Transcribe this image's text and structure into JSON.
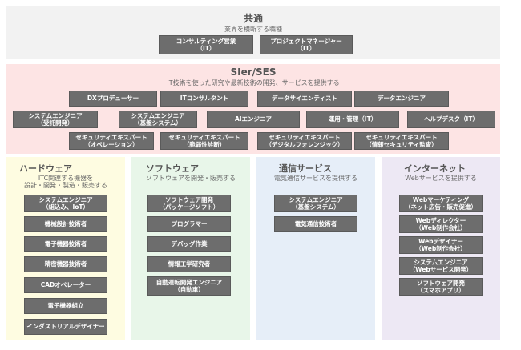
{
  "common": {
    "title": "共通",
    "subtitle": "業界を横断する職種",
    "roles": [
      {
        "line1": "コンサルティング営業",
        "line2": "（IT）"
      },
      {
        "line1": "プロジェクトマネージャー",
        "line2": "（IT）"
      }
    ]
  },
  "sier": {
    "title": "SIer/SES",
    "subtitle": "IT技術を使った研究や最新技術の開発、サービスを提供する",
    "row1": [
      {
        "line1": "DXプロデューサー"
      },
      {
        "line1": "ITコンサルタント"
      },
      {
        "line1": "データサイエンティスト"
      },
      {
        "line1": "データエンジニア"
      }
    ],
    "row2": [
      {
        "line1": "システムエンジニア",
        "line2": "（受託開発）"
      },
      {
        "line1": "システムエンジニア",
        "line2": "（基盤システム）"
      },
      {
        "line1": "AIエンジニア"
      },
      {
        "line1": "運用・管理（IT）"
      },
      {
        "line1": "ヘルプデスク（IT）"
      }
    ],
    "row3": [
      {
        "line1": "セキュリティエキスパート",
        "line2": "（オペレーション）"
      },
      {
        "line1": "セキュリティエキスパート",
        "line2": "（脆弱性診断）"
      },
      {
        "line1": "セキュリティエキスパート",
        "line2": "（デジタルフォレンジック）"
      },
      {
        "line1": "セキュリティエキスパート",
        "line2": "（情報セキュリティ監査）"
      }
    ]
  },
  "hardware": {
    "title": "ハードウェア",
    "subtitle1": "ITC関連する機器を",
    "subtitle2": "設計・開発・製造・販売する",
    "roles": [
      {
        "line1": "システムエンジニア",
        "line2": "（組込み、IoT）"
      },
      {
        "line1": "機械設計技術者"
      },
      {
        "line1": "電子機器技術者"
      },
      {
        "line1": "精密機器技術者"
      },
      {
        "line1": "CADオペレーター"
      },
      {
        "line1": "電子機器組立"
      },
      {
        "line1": "インダストリアルデザイナー"
      }
    ]
  },
  "software": {
    "title": "ソフトウェア",
    "subtitle": "ソフトウェアを開発・販売する",
    "roles": [
      {
        "line1": "ソフトウェア開発",
        "line2": "（パッケージソフト）"
      },
      {
        "line1": "プログラマー"
      },
      {
        "line1": "デバッグ作業"
      },
      {
        "line1": "情報工学研究者"
      },
      {
        "line1": "自動運転開発エンジニア",
        "line2": "（自動車）"
      }
    ]
  },
  "telecom": {
    "title": "通信サービス",
    "subtitle": "電気通信サービスを提供する",
    "roles": [
      {
        "line1": "システムエンジニア",
        "line2": "（基盤システム）"
      },
      {
        "line1": "電気通信技術者"
      }
    ]
  },
  "internet": {
    "title": "インターネット",
    "subtitle": "Webサービスを提供する",
    "roles": [
      {
        "line1": "Webマーケティング",
        "line2": "（ネット広告・販売促進）"
      },
      {
        "line1": "Webディレクター",
        "line2": "（Web制作会社）"
      },
      {
        "line1": "Webデザイナー",
        "line2": "（Web制作会社）"
      },
      {
        "line1": "システムエンジニア",
        "line2": "（Webサービス開発）"
      },
      {
        "line1": "ソフトウェア開発",
        "line2": "（スマホアプリ）"
      }
    ]
  },
  "colors": {
    "common_bg": "#f2f2f2",
    "sier_bg": "#fde4e4",
    "hardware_bg": "#fefce1",
    "software_bg": "#e8f6e9",
    "telecom_bg": "#e6eef8",
    "internet_bg": "#ede8f4",
    "box_bg": "#6d6d6d"
  }
}
